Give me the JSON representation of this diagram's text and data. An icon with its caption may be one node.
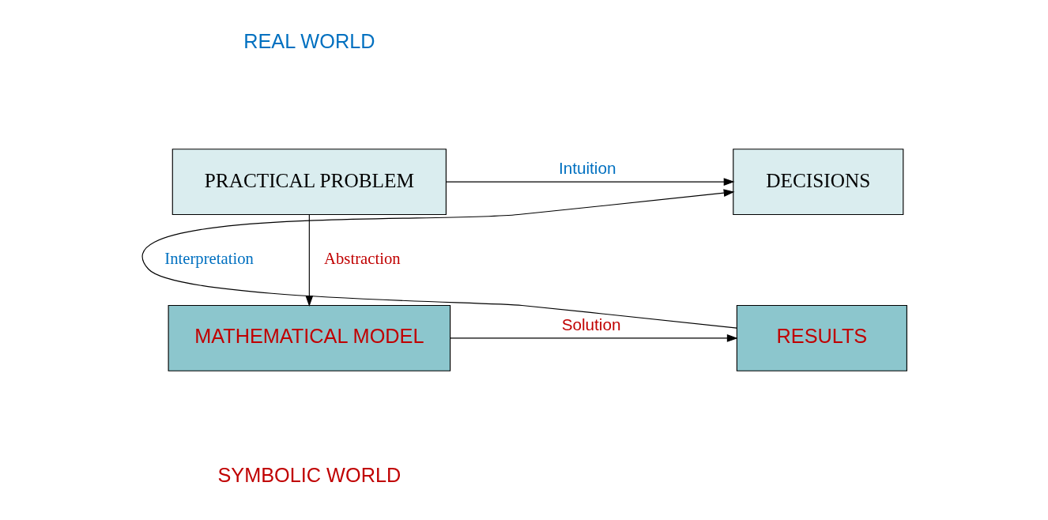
{
  "diagram": {
    "nodes": [
      {
        "text": [
          "PRACTICAL PROBLEM"
        ]
      },
      {
        "text": [
          "DECISIONS"
        ]
      },
      {
        "text": [
          "MATHEMATICAL MODEL"
        ]
      },
      {
        "text": [
          "RESULTS"
        ]
      }
    ],
    "edges": [
      {
        "from": 0,
        "to": 1,
        "arrow": "to",
        "label": "Intuition"
      },
      {
        "from": 0,
        "to": 2,
        "arrow": "to",
        "label": "Abstraction"
      },
      {
        "from": 2,
        "to": 3,
        "arrow": "to",
        "label": "Solution"
      },
      {
        "from": 3,
        "to": 1,
        "arrow": "to",
        "label": "Interpretation"
      }
    ],
    "labels": [
      "REAL WORLD",
      "SYMBOLIC WORLD"
    ]
  }
}
